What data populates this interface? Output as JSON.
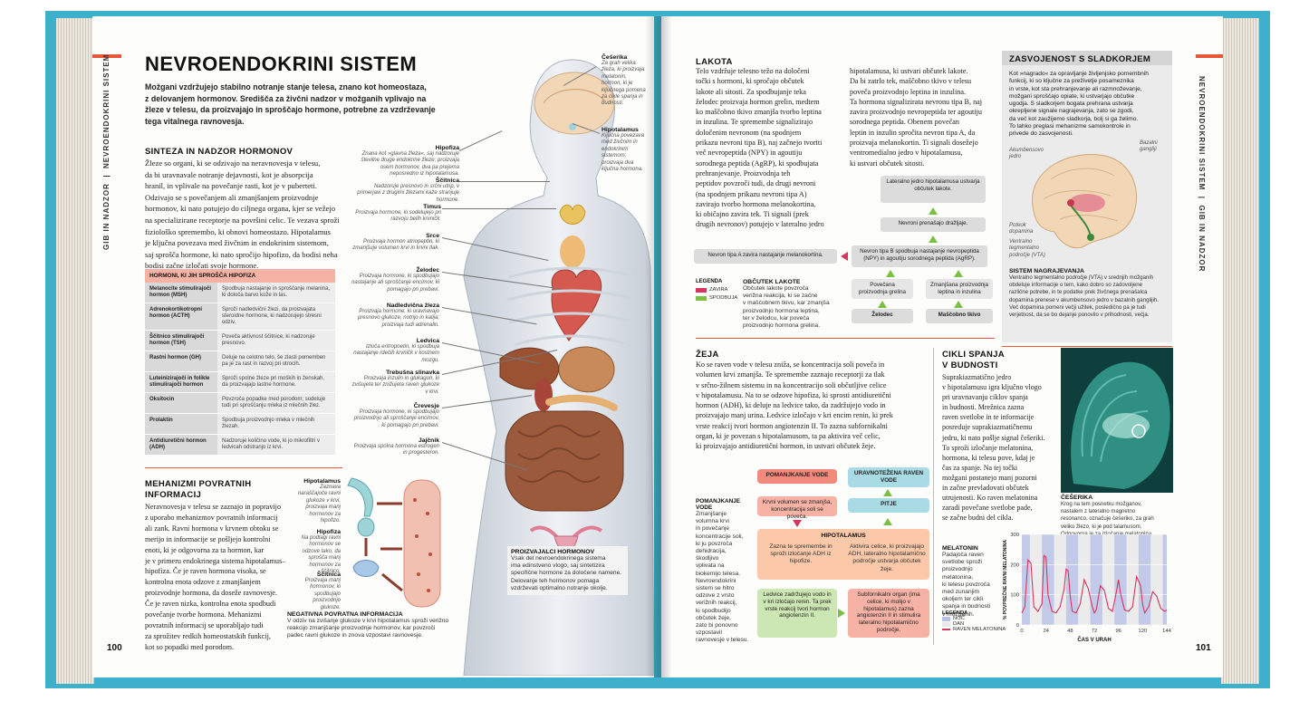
{
  "left_page": {
    "running_head": "GIB IN NADZOR",
    "running_head_section": "NEVROENDOKRINI SISTEM",
    "page_number": "100",
    "title": "NEVROENDOKRINI SISTEM",
    "intro": [
      "Možgani vzdržujejo stabilno notranje stanje telesa, znano kot homeostaza,",
      "z delovanjem hormonov. Središča za živčni nadzor v možganih vplivajo na",
      "žleze v telesu, da proizvajajo in sproščajo hormone, potrebne za vzdrževanje",
      "tega vitalnega ravnovesja."
    ],
    "synthesis": {
      "heading": "SINTEZA IN NADZOR HORMONOV",
      "lines": [
        "Žleze so organi, ki se odzivajo na neravnovesja v telesu,",
        "da bi uravnavale notranje dejavnosti, kot je absorpcija",
        "hranil, in vplivale na povečanje rasti, kot je v puberteti.",
        "Odzivajo se s povečanjem ali zmanjšanjem proizvodnje",
        "hormonov, ki nato potujejo do ciljnega organa, kjer se vežejo",
        "na specializirane receptorje na površini celic. Te vezava sproži",
        "fiziološko spremembo, ki obnovi homeostazo. Hipotalamus",
        "je ključna povezava med živčnim in endokrinim sistemom,",
        "saj sprošča hormone, ki nato spročijo hipofizo, da bodisi neha",
        "bodisi začne izločati svoje hormone."
      ]
    },
    "table": {
      "header": "HORMONI, KI JIH SPROŠČA HIPOFIZA",
      "rows": [
        {
          "k": "Melanocite stimulirajoči hormon (MSH)",
          "v": "Spodbuja nastajanje in sproščanje melanina, ki določa barvo kože in las."
        },
        {
          "k": "Adrenokortikotropni hormon (ACTH)",
          "v": "Sproži nadledvični žlezi, da proizvajata steroidne hormone, ki nadzorujejo stresni odziv."
        },
        {
          "k": "Ščitnico stimulirajoči hormon (TSH)",
          "v": "Poveča aktivnost ščitnice, ki nadzoruje presnovo."
        },
        {
          "k": "Rastni hormon (GH)",
          "v": "Deluje na celotno telo, še zlasti pomemben pa je za rast in razvoj pri otrocih."
        },
        {
          "k": "Luteinizirajoči in folikle stimulirajoči hormon",
          "v": "Sproži spolne žleze pri moških in ženskah, da proizvajajo lastne hormone."
        },
        {
          "k": "Oksitocin",
          "v": "Povzroča popadke med porodom; sodeluje tudi pri sproščanju mleka iz mlečnih žlez."
        },
        {
          "k": "Prolaktin",
          "v": "Spodbuja proizvodnjo mleka v mlečnih žlezah."
        },
        {
          "k": "Antidiuretični hormon (ADH)",
          "v": "Nadzoruje količino vode, ki jo mikrofiltri v ledvicah odstranjo iz krvi."
        }
      ]
    },
    "feedback": {
      "heading_1": "MEHANIZMI POVRATNIH",
      "heading_2": "INFORMACIJ",
      "lines": [
        "Neravnovesja v telesu se zaznajo in popravijo",
        "z uporabo mehanizmov povratnih informacij",
        "ali zank. Ravni hormona v krvnem obtoku se",
        "merijo in informacije se pošljejo kontrolni",
        "enoti, ki je odgovorna za ta hormon, kar",
        "je v primeru endokrinega sistema hipotalamus–",
        "hipofiza. Če je raven hormona visoka, se",
        "kontrolna enota odzove z zmanjšanjem",
        "proizvodnje hormona, da doseže ravnovesje.",
        "Če je raven nizka, kontrolna enota spodbudi",
        "povečanje tvorbe hormona. Mehanizmi",
        "povratnih informacij se uporabljajo tudi",
        "za sprožitev redkih homeostatskih funkcij,",
        "kot so popadki med porodom."
      ],
      "labels": [
        {
          "t": "Hipotalamus",
          "d": "Zaznava naraščajoče ravni glukoze v krvi, proizvaja manj hormonov za hipofizo."
        },
        {
          "t": "Hipofiza",
          "d": "Na podlagi ravni hormonov se odzove tako, da sprošča manj hormonov za ščitnico."
        },
        {
          "t": "Ščitnica",
          "d": "Proizvaja manj hormonov, ki spodbujajo proizvodnjo glukoze."
        }
      ],
      "caption_title": "NEGATIVNA POVRATNA INFORMACIJA",
      "caption": [
        "V odziv na zvišanje glukoze v krvi hipotalamus sproži verižno",
        "reakcijo zmanjšanje proizvodnje hormonov, kar povzroči",
        "padec ravni glukoze in znova vzpostavi ravnovesje."
      ]
    },
    "organs": [
      {
        "t": "Češerika",
        "d": "Za grah velika žleza, ki proizvaja melatonin, hormon, ki je ključnega pomena za cikle spanja in budnosti."
      },
      {
        "t": "Hipotalamus",
        "d": "Ključna povezava med živčnim in endokrinim sistemom; proizvaja dva ključna hormona."
      },
      {
        "t": "Hipofiza",
        "d": "Znana kot »glavna žleza«, saj nadzoruje številne druge endokrine žleze; proizvaja osem hormonov, dva pa prejema neposredno iz hipotalamusa."
      },
      {
        "t": "Ščitnica",
        "d": "Nadzoruje presnovo in srčni utrip, v primerjavi z drugimi žlezami kaže stranjuje hormone."
      },
      {
        "t": "Timus",
        "d": "Proizvaja hormone, ki sodelujejo pri razvoju belih krvničk."
      },
      {
        "t": "Srce",
        "d": "Proizvaja hormon atriopeptin, ki zmanjšuje volumen krvi in krvni tlak."
      },
      {
        "t": "Želodec",
        "d": "Proizvaja hormone, ki spodbujajo nastajanje ali sproščanje encimov, ki pomagajo pri prebavi."
      },
      {
        "t": "Nadledvična žleza",
        "d": "Proizvaja hormone, ki uravnavajo presnovo glukoze, notrijo in kalija; proizvaja tudi adrenalin."
      },
      {
        "t": "Ledvica",
        "d": "Izloča eritropoetin, ki spodbuja nastajanje rdečih krvničk v kostnem mozgu."
      },
      {
        "t": "Trebušna slinavka",
        "d": "Proizvaja inzulin in glukagon, ki zvišujeta ter znižujeta raven glukoze v krvi."
      },
      {
        "t": "Črevesje",
        "d": "Proizvaja hormone, ki spodbujajo proizvodnjo ali sproščanje encimov, ki pomagajo pri prebavi."
      },
      {
        "t": "Jajčnik",
        "d": "Proizvaja spolna hormona estrogen in progesteron."
      }
    ],
    "producing": {
      "title": "PROIZVAJALCI HORMONOV",
      "lines": [
        "Vsak del nevroendokrinega sistema",
        "ima edinstveno vlogo, saj sintetizira",
        "specifične hormone za določene namene.",
        "Delovanje teh hormonov pomaga",
        "vzdrževati optimalno notranje okolje."
      ]
    }
  },
  "right_page": {
    "running_head": "GIB IN NADZOR",
    "running_head_section": "NEVROENDOKRINI SISTEM",
    "page_number": "101",
    "hunger": {
      "heading": "LAKOTA",
      "col1": [
        "Telo vzdržuje telesno težo na določeni",
        "točki s hormoni, ki spročajo občutek",
        "lakote ali sitosti. Za spodbujanje teka",
        "želodec proizvaja hormon grelin, medtem",
        "ko maščobno tkivo zmanjša tvorbo leptina",
        "in inzulina. Te spremembe signalizirajo",
        "določenim nevronom (na spodnjem",
        "prikazu nevroni tipa B), naj začnejo tvoriti",
        "več nevropeptida (NPY) in agoutiju",
        "sorodnega peptida (AgRP), ki spodbujata",
        "prehranjevanje. Proizvodnja teh",
        "peptidov povzroči tudi, da drugi nevroni",
        "(na spodnjem prikazu nevroni tipa A)",
        "zavirajo tvorbo hormona melanokortina,",
        "ki običajno zavira tek. Ti signali (prek",
        "drugih nevronov) potujejo v lateralno jedro"
      ],
      "col2": [
        "hipotalamusa, ki ustvari občutek lakote.",
        "Da bi zatrlo tek, maščobno tkivo v telesu",
        "poveča proizvodnjo leptina in inzulina.",
        "Ta hormona signalizirata nevronu tipa B, naj",
        "zavira proizvodnjo nevropeptida ter agoutiju",
        "sorodnega peptida. Obenem povečan",
        "leptin in inzulin spročita nevron tipa A, da",
        "proizvaja melanokortin. Ti signali dosežejo",
        "ventromedialno jedro v hipotalamusu,",
        "ki ustvari občutek sitosti."
      ],
      "flow": {
        "top": "Lateralno jedro hipotalamusa ustvarja občutek lakote.",
        "neurons": "Nevroni prenašajo dražljaje.",
        "typeA": "Nevron tipa A zavira nastajanje melanokortina.",
        "typeB": "Nevron tipa B spodbuja nastajanje nevropeptida (NPY) in agoutiju sorodnega peptida (AgRP).",
        "ghrelin": "Povečana proizvodnja grelina",
        "leptin": "Zmanjšana proizvodnja leptina in inzulina",
        "stomach": "Želodec",
        "fat": "Maščobno tkivo"
      },
      "legend_title": "LEGENDA",
      "legend_inhibit": "ZAVIRA",
      "legend_promote": "SPODBUJA",
      "satiety_title": "OBČUTEK LAKOTE",
      "satiety": [
        "Občutek lakote povzroča",
        "verižna reakcija, ki se začne",
        "v maščobnem tkivu, kar zmanjša",
        "proizvodnjo hormona leptina,",
        "ter v želodcu, kar poveča",
        "proizvodnjo hormona grelina."
      ]
    },
    "addiction": {
      "heading": "ZASVOJENOST S SLADKORJEM",
      "lines": [
        "Kot »nagrado« za opravljanje življenjsko pomembnih",
        "funkcij, ki so ključne za preživetje posameznika",
        "in vrste, kot sta prehranjevanje ali razmnoževanje,",
        "možgani sproščajo opiate, ki ustvarjajo občutke",
        "ugodja. S sladkorjem bogata prehrana ustvarja",
        "okrepljene signale nagrajevanja, zato se zgodi,",
        "da več kot zaužijemo sladkorja, bolj si ga želimo.",
        "To lahko preglasi mehanizme samokontrole in",
        "privede do zasvojenosti."
      ],
      "lab_nac": "Akumbensovo jedro",
      "lab_bg": "Bazalni gangliji",
      "lab_path": "Poteok dopamina",
      "lab_vta": "Ventralno tegmentalno področje (VTA)",
      "system_title": "SISTEM NAGRAJEVANJA",
      "system": [
        "Ventralno tegmentalno področje (VTA) v srednjih možganih",
        "obdeluje informacije o tem, kako dobro so zadovoljene",
        "različne potrebe, in te podatke prek živčnega prenašalca",
        "dopamina prenese v akumbensovo jedro v bazalnih ganglijih.",
        "Več dopamina pomeni večji užitek, posledično pa je tudi",
        "verjetnost, da se bo dejanje ponovilo v prihodnosti, večja."
      ]
    },
    "thirst": {
      "heading": "ŽEJA",
      "lines": [
        "Ko se raven vode v telesu zniža, se koncentracija soli poveča in",
        "volumen krvi zmanjša. Te spremembe zaznajo receptorji za tlak",
        "v srčno-žilnem sistemu in na koncentracijo soli občutljive celice",
        "v hipotalamusu. Na to se odzove hipofiza, ki sprosti antidiuretični",
        "hormon (ADH), ki deluje na ledvice tako, da zadržujejo vodo in",
        "proizvajajo manj urina. Ledvice izločajo v kri encim renin, ki prek",
        "vrste reakcij tvori hormon angiotenzin II. To zazna subfornikalni",
        "organ, ki je povezan s hipotalamusom, ta pa aktivira več celic,",
        "ki proizvajajo antidiuretični hormon, in ustvari občutek žeje."
      ],
      "flow": {
        "lack": "POMANJKANJE VODE",
        "balanced": "URAVNOTEŽENA RAVEN VODE",
        "bloodvol": "Krvni volumen se zmanjša, koncentracija soli se poveča.",
        "drink": "PITJE",
        "hypo": "HIPOTALAMUS",
        "hypo_a": "Zazna te spremembe in sproži izločanje ADH iz hipofize.",
        "hypo_b": "Aktivira celice, ki proizvajajo ADH, lateralno hipotalamično področje ustvarja občutek žeje.",
        "kidney": "Ledvice zadržujejo vodo in v kri izločajo renin. Ta prek vrste reakcij tvori hormon angiotenzin II.",
        "sfo": "Subfornikalni organ (ima celice, ki molijo v hipotalamus) zazna angiotenzin II in stimulira lateralno hipotalamično področje."
      },
      "side_title": "POMANJKANJE VODE",
      "side": [
        "Zmanjšanje",
        "volumna krvi",
        "in povečanje",
        "koncentracije soli,",
        "ki ju povzroča",
        "dehidracija,",
        "škodljivo",
        "vplivata na",
        "biokemijo telesa.",
        "Nevroendokrini",
        "sistem se hitro",
        "odzove z vrsto",
        "verižnih reakcij,",
        "ki spodbudijo",
        "občutek žeje,",
        "zato bi ponovno",
        "vzpostavil",
        "ravnovesje v telesu."
      ]
    },
    "sleep": {
      "heading_1": "CIKLI SPANJA",
      "heading_2": "V BUDNOSTI",
      "lines": [
        "Suprakiazmatično jedro",
        "v hipotalamusu igra ključno vlogo",
        "pri uravnavanju ciklov spanja",
        "in budnosti. Mrežnica zazna",
        "raven svetlobe in te informacije",
        "posreduje suprakiazmatičnemu",
        "jedru, ki nato pošlje signal češeriki.",
        "To sproži izločanje melatonina,",
        "hormona, ki telesu pove, kdaj je",
        "čas za spanje. Na tej točki",
        "možgani postanejo manj pozorni",
        "in začne prevladovati občutek",
        "utrujenosti. Ko raven melatonina",
        "zaradi povečane svetlobe pade,",
        "se začne budni del cikla."
      ],
      "pineal_title": "ČEŠERIKA",
      "pineal": [
        "Krog na tem posnetku možganov,",
        "nastalem z lateralno magnetno",
        "resonanco, označuje češeriko, za grah",
        "veliko žlezo, ki je pod talamusom.",
        "Odgovorna je za izločanje melatonina."
      ],
      "mel_title": "MELATONIN",
      "mel": [
        "Padajoča raven",
        "svetlobe sproži",
        "proizvodnjo",
        "melatonina,",
        "ki telesu povzroča",
        "med zunanjim",
        "okoljem ter cikli",
        "spanja in budnosti",
        "v možganih."
      ],
      "legend_title": "LEGENDA",
      "legend_night": "NOČ",
      "legend_day": "DAN",
      "legend_mel": "RAVEN MELATONINA"
    }
  },
  "chart_data": {
    "type": "line",
    "xlabel": "ČAS V URAH",
    "ylabel": "% POVPREČNE RAVNI MELATONINA",
    "xlim": [
      0,
      144
    ],
    "ylim": [
      0,
      300
    ],
    "xticks": [
      0,
      24,
      48,
      72,
      96,
      120,
      144
    ],
    "yticks": [
      0,
      100,
      200,
      300
    ],
    "night_bands": [
      [
        0,
        8
      ],
      [
        20,
        32
      ],
      [
        44,
        56
      ],
      [
        68,
        80
      ],
      [
        92,
        104
      ],
      [
        116,
        128
      ],
      [
        140,
        144
      ]
    ],
    "series": [
      {
        "name": "RAVEN MELATONINA",
        "color": "#d6355c",
        "x": [
          0,
          3,
          6,
          9,
          12,
          16,
          20,
          22,
          24,
          26,
          30,
          34,
          38,
          42,
          44,
          46,
          48,
          50,
          54,
          58,
          62,
          66,
          70,
          72,
          74,
          78,
          82,
          86,
          90,
          94,
          96,
          98,
          102,
          106,
          110,
          114,
          118,
          120,
          122,
          126,
          130,
          134,
          138,
          142,
          144
        ],
        "y": [
          40,
          60,
          215,
          205,
          60,
          45,
          70,
          230,
          225,
          100,
          45,
          40,
          60,
          120,
          185,
          180,
          100,
          45,
          40,
          70,
          150,
          120,
          60,
          40,
          50,
          130,
          115,
          55,
          45,
          110,
          150,
          105,
          50,
          45,
          60,
          160,
          130,
          70,
          40,
          60,
          110,
          95,
          55,
          45,
          50
        ]
      }
    ]
  },
  "colors": {
    "accent": "#e8593c",
    "blue_band": "#3fb0cb",
    "green": "#7ac143",
    "pink": "#d6355c",
    "salmon": "#f6b3a5",
    "teal_box": "#a9dbe4"
  }
}
